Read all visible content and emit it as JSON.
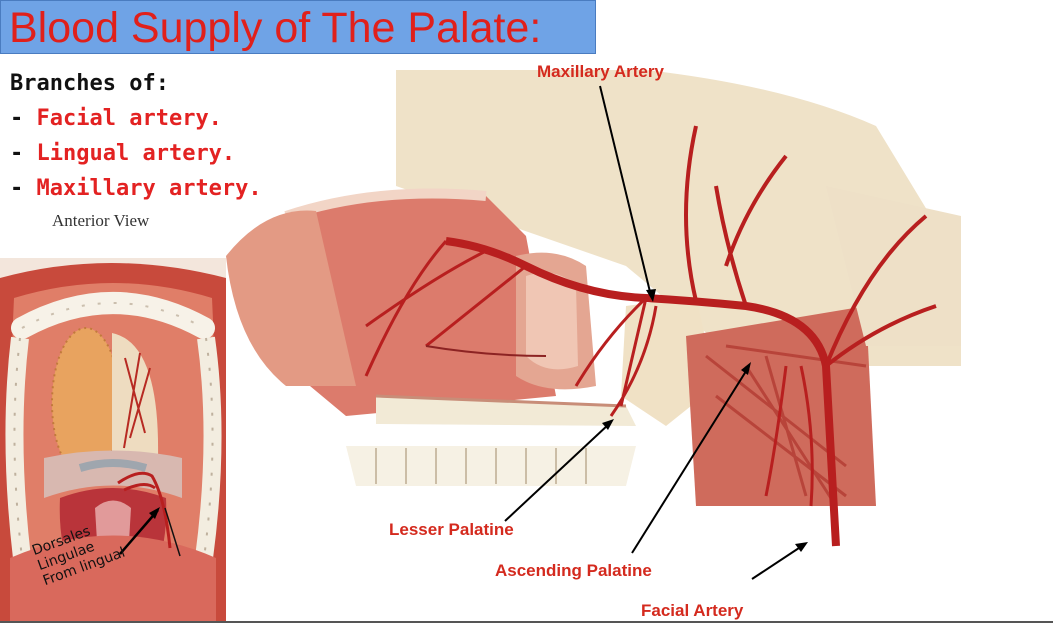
{
  "title": "Blood Supply of The Palate:",
  "branches": {
    "heading": "Branches of:",
    "items": [
      "Facial artery.",
      "Lingual artery.",
      "Maxillary artery."
    ]
  },
  "anterior_view": "Anterior View",
  "labels": {
    "maxillary_artery": "Maxillary Artery",
    "lesser_palatine": "Lesser Palatine",
    "ascending_palatine": "Ascending Palatine",
    "facial_artery": "Facial Artery"
  },
  "dorsales": [
    "Dorsales",
    "Lingulae",
    "From lingual"
  ],
  "colors": {
    "title_bg": "#6fa3e6",
    "title_text": "#e0201b",
    "label_red": "#d42a1e",
    "artery": "#b81f1f"
  }
}
